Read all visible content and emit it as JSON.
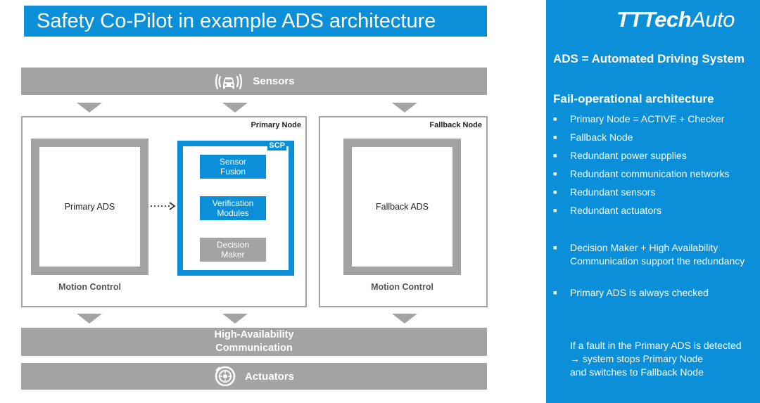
{
  "title": "Safety Co-Pilot in example ADS architecture",
  "sensors": {
    "label": "Sensors",
    "icon": "car-sensor-icon"
  },
  "high_availability": {
    "line1": "High-Availability",
    "line2": "Communication"
  },
  "actuators": {
    "label": "Actuators",
    "icon": "brake-disc-icon"
  },
  "primary_node": {
    "label": "Primary Node",
    "ads_label": "Primary ADS",
    "motion_control": "Motion Control",
    "scp": {
      "label": "SCP",
      "blocks": [
        {
          "line1": "Sensor",
          "line2": "Fusion"
        },
        {
          "line1": "Verification",
          "line2": "Modules"
        },
        {
          "line1": "Decision",
          "line2": "Maker"
        }
      ]
    }
  },
  "fallback_node": {
    "label": "Fallback Node",
    "ads_label": "Fallback ADS",
    "motion_control": "Motion Control"
  },
  "panel": {
    "logo_bold": "TTTech",
    "logo_light": "Auto",
    "ads_definition": "ADS = Automated Driving System",
    "heading": "Fail-operational architecture",
    "bullets": [
      "Primary Node = ACTIVE + Checker",
      "Fallback Node",
      "Redundant power supplies",
      "Redundant communication networks",
      "Redundant sensors",
      "Redundant actuators"
    ],
    "bullets2": [
      "Decision Maker + High Availability Communication support the redundancy",
      "Primary ADS is always checked"
    ],
    "note_line1": "If a fault in the Primary ADS is detected",
    "note_line2": "→ system stops Primary Node",
    "note_line3": "and switches to Fallback Node"
  },
  "colors": {
    "accent": "#0a8fd8",
    "gray": "#a3a3a3"
  }
}
